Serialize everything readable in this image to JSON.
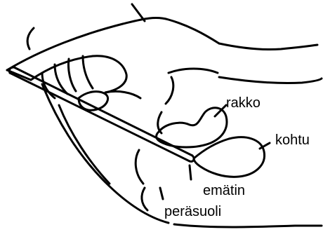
{
  "labels": {
    "bladder": "rakko",
    "uterus": "kohtu",
    "vagina": "emätin",
    "rectum": "peräsuoli"
  }
}
